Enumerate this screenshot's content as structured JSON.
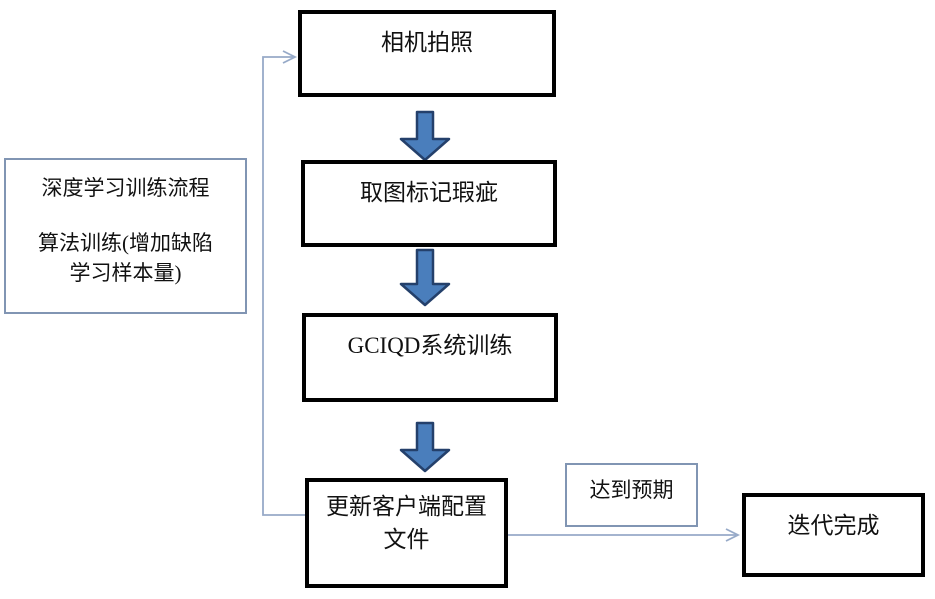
{
  "colors": {
    "background": "#ffffff",
    "text": "#111111",
    "box_border_thick": "#000000",
    "box_border_thin": "#8195b3",
    "connector": "#97aac8",
    "arrow_fill": "#4a7ebc",
    "arrow_stroke": "#24406b"
  },
  "flowchart": {
    "side_note": {
      "lines": [
        "深度学习训练流程",
        "算法训练(增加缺陷",
        "学习样本量)"
      ]
    },
    "steps": [
      {
        "id": "camera",
        "label": "相机拍照"
      },
      {
        "id": "mark",
        "label": "取图标记瑕疵"
      },
      {
        "id": "train",
        "label": "GCIQD系统训练"
      },
      {
        "id": "update",
        "lines": [
          "更新客户端配置",
          "文件"
        ]
      }
    ],
    "condition_label": "达到预期",
    "end_label": "迭代完成"
  }
}
